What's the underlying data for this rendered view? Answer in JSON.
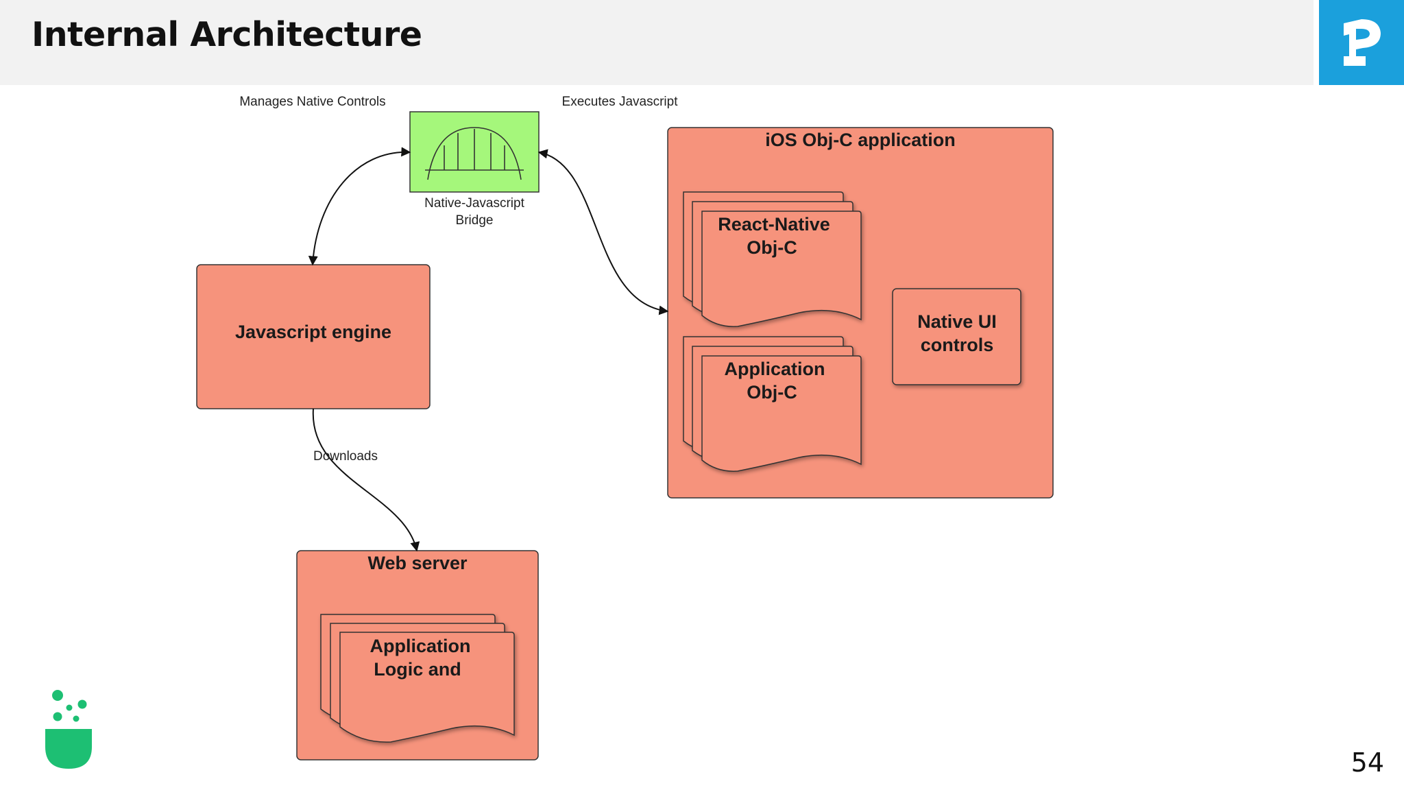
{
  "header": {
    "title": "Internal Architecture"
  },
  "page_number": "54",
  "diagram": {
    "labels": {
      "manages": "Manages Native Controls",
      "executes": "Executes Javascript",
      "downloads": "Downloads"
    },
    "bridge": {
      "line1": "Native-Javascript",
      "line2": "Bridge"
    },
    "js_engine": {
      "title": "Javascript engine"
    },
    "ios_app": {
      "title": "iOS Obj-C application",
      "doc1": {
        "line1": "React-Native",
        "line2": "Obj-C"
      },
      "doc2": {
        "line1": "Application",
        "line2": "Obj-C"
      },
      "native_ui": {
        "line1": "Native UI",
        "line2": "controls"
      }
    },
    "web_server": {
      "title": "Web server",
      "doc": {
        "line1": "Application",
        "line2": "Logic and"
      }
    }
  },
  "colors": {
    "box_fill": "#f6937c",
    "bridge_fill": "#a5f77b",
    "brand_blue": "#1ba0dc",
    "brand_green": "#1dbf73"
  }
}
